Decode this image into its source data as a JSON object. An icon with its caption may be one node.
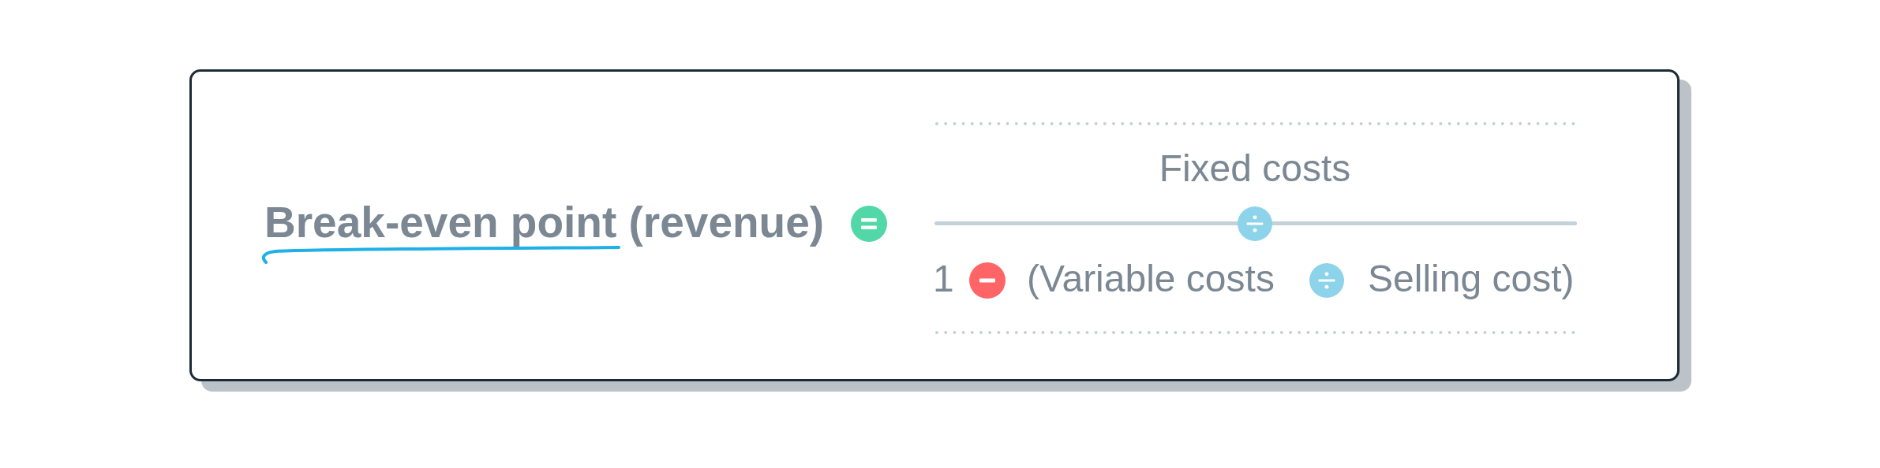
{
  "diagram": {
    "nodes": [
      {
        "text": [
          "Break-even point (revenue)",
          "Fixed costs",
          "1",
          "(Variable costs",
          "Selling cost)"
        ]
      }
    ]
  }
}
